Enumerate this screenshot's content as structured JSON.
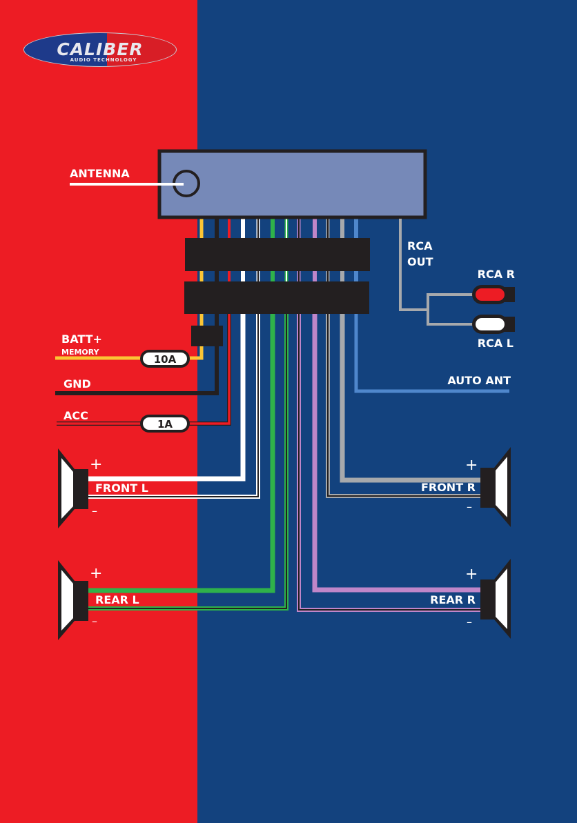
{
  "colors": {
    "left_panel": "#ed1c24",
    "right_panel": "#13427e",
    "head_unit": "#7689b8",
    "connector": "#231f20",
    "yellow": "#fbc535",
    "red": "#ed1c24",
    "white": "#ffffff",
    "green": "#2fb24a",
    "purple": "#bf86c9",
    "grey": "#a7a9ac",
    "blue": "#4f87cc",
    "black": "#231f20"
  },
  "logo": {
    "brand": "CALIBER",
    "tagline": "AUDIO TECHNOLOGY"
  },
  "labels": {
    "antenna": "ANTENNA",
    "rca_out_line1": "RCA",
    "rca_out_line2": "OUT",
    "rca_r": "RCA R",
    "rca_l": "RCA L",
    "batt": "BATT+",
    "memory": "MEMORY",
    "gnd": "GND",
    "acc": "ACC",
    "auto_ant": "AUTO ANT",
    "front_l": "FRONT L",
    "front_r": "FRONT R",
    "rear_l": "REAR L",
    "rear_r": "REAR R"
  },
  "fuses": {
    "batt": "10A",
    "acc": "1A"
  },
  "polarity": {
    "plus": "+",
    "minus": "–"
  },
  "connections": [
    {
      "name": "BATT+ MEMORY",
      "wire_color": "yellow",
      "fuse": "10A"
    },
    {
      "name": "GND",
      "wire_color": "black"
    },
    {
      "name": "ACC",
      "wire_color": "red",
      "fuse": "1A"
    },
    {
      "name": "FRONT L +",
      "wire_color": "white"
    },
    {
      "name": "FRONT L -",
      "wire_color": "white/black"
    },
    {
      "name": "REAR L +",
      "wire_color": "green"
    },
    {
      "name": "REAR L -",
      "wire_color": "green/black"
    },
    {
      "name": "REAR R -",
      "wire_color": "purple/black"
    },
    {
      "name": "REAR R +",
      "wire_color": "purple"
    },
    {
      "name": "FRONT R -",
      "wire_color": "grey/black"
    },
    {
      "name": "FRONT R +",
      "wire_color": "grey"
    },
    {
      "name": "AUTO ANT",
      "wire_color": "blue"
    }
  ]
}
